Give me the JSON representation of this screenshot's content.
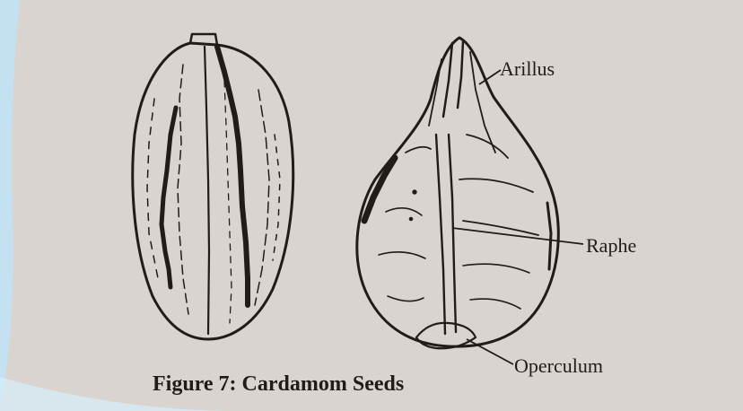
{
  "figure": {
    "caption": "Figure 7: Cardamom Seeds",
    "labels": {
      "arillus": "Arillus",
      "raphe": "Raphe",
      "operculum": "Operculum"
    }
  },
  "colors": {
    "paper": "#d9d4cf",
    "ink": "#1f1c19",
    "accent_edge": "#7ec6ee"
  }
}
